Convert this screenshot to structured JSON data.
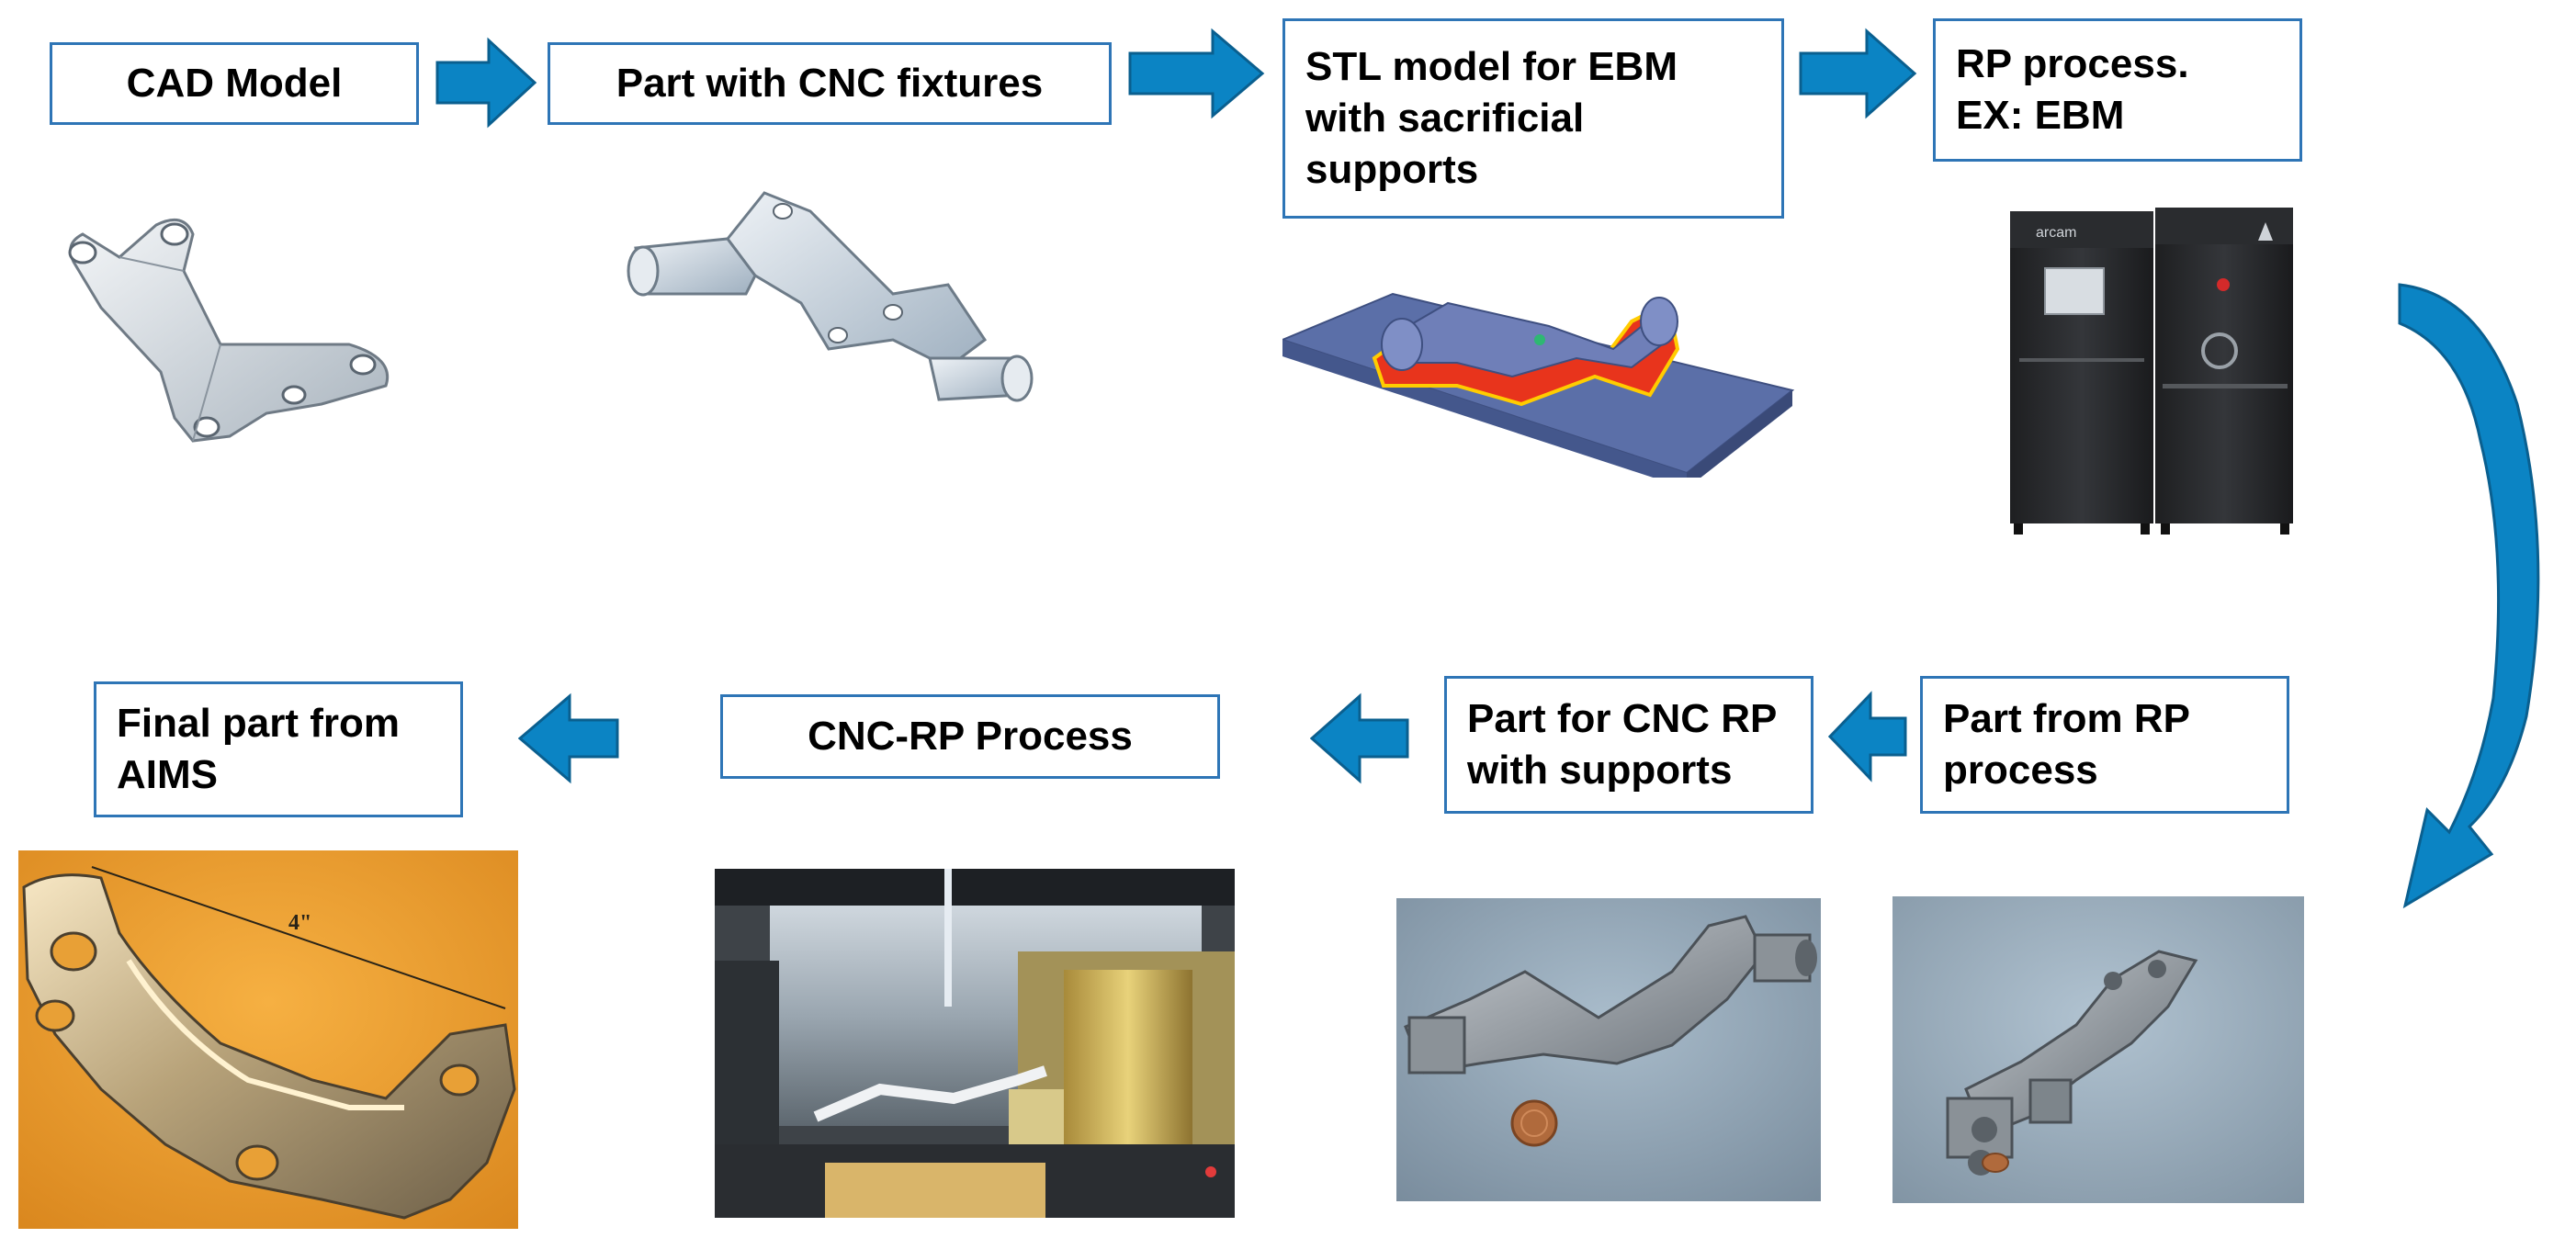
{
  "colors": {
    "box_border": "#2e75b6",
    "arrow_fill": "#0b84c4",
    "arrow_stroke": "#0a5f8f"
  },
  "top_row": {
    "steps": [
      {
        "lines": [
          "CAD Model"
        ]
      },
      {
        "lines": [
          "Part with CNC fixtures"
        ]
      },
      {
        "lines": [
          "STL model for EBM",
          "with sacrificial",
          "supports"
        ]
      },
      {
        "lines": [
          "RP process.",
          "EX: EBM"
        ]
      }
    ],
    "images": [
      "cad-model-bracket-render",
      "part-with-fixtures-render",
      "stl-model-with-supports-render",
      "ebm-machine-photo"
    ]
  },
  "bottom_row": {
    "steps": [
      {
        "lines": [
          "Final part from",
          "AIMS"
        ]
      },
      {
        "lines": [
          "CNC-RP Process"
        ]
      },
      {
        "lines": [
          "Part for CNC RP",
          "with supports"
        ]
      },
      {
        "lines": [
          "Part from RP",
          "process"
        ]
      }
    ],
    "images": [
      "final-part-photo",
      "cnc-rp-process-photo",
      "part-for-cnc-rp-photo",
      "part-from-rp-photo"
    ]
  },
  "annotations": {
    "final_part_dimension": "4\""
  }
}
